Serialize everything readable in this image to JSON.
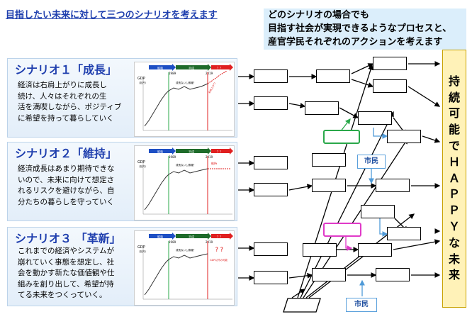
{
  "title": "目指したい未来に対して三つのシナリオを考えます",
  "note": [
    "どのシナリオの場合でも",
    "目指す社会が実現できるようなプロセスと、",
    "産官学民それぞれのアクションを考えます"
  ],
  "scenarios": [
    {
      "name": "シナリオ１「成長」",
      "desc": [
        "経済は右肩上がりに成長し",
        "続け、人々はそれぞれの生",
        "活を満喫しながら、ポジティブ",
        "に希望を持って暮らしていく"
      ],
      "chart": {
        "annotation": "成長ないし微増？",
        "label_right": "右肩上がり"
      }
    },
    {
      "name": "シナリオ２「維持」",
      "desc": [
        "経済成長はあまり期待できな",
        "いので、未来に向けて想定さ",
        "れるリスクを避けながら、自",
        "分たちの暮らしを守っていく"
      ],
      "chart": {
        "annotation": "成長ないし微増？",
        "label_right": "維持"
      }
    },
    {
      "name": "シナリオ３ 「革新」",
      "desc": [
        "これまでの経済やシステムが",
        "崩れていく事態を想定し、社",
        "会を動かす新たな価値観や仕",
        "組みを創り出して、希望が持",
        "てる未来をつくっていく。"
      ],
      "chart": {
        "annotation": "成長ないし微増？",
        "label_right": "？？",
        "note": "GDP以外の可能"
      }
    }
  ],
  "mini_chart": {
    "eras": [
      "昭和",
      "平成",
      "？？"
    ],
    "years": [
      "1989",
      "2019"
    ],
    "ylabel": "GDP",
    "unit": "（兆円）"
  },
  "goal_chars": [
    "持",
    "続",
    "可",
    "能",
    "で",
    "Ｈ",
    "Ａ",
    "Ｐ",
    "Ｐ",
    "Ｙ",
    "な",
    "未",
    "来"
  ],
  "tags": {
    "citizen_top": "市民",
    "citizen_bottom": "市民"
  },
  "colors": {
    "title": "#1f3fae",
    "era1": "#1d4fc4",
    "era2": "#1e6b2a",
    "era3": "#e02020",
    "goal_fill": "#fff2b8",
    "note_fill": "#dbeefb",
    "green": "#2aa84a",
    "magenta": "#e03ac8",
    "arrow_blue": "#4f9ad8"
  }
}
